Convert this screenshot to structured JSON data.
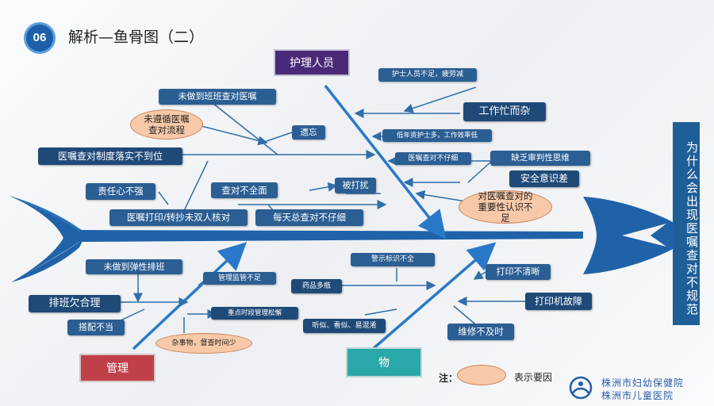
{
  "header": {
    "number": "06",
    "title": "解析—鱼骨图（二）"
  },
  "categories": {
    "nursing": "护理人员",
    "management": "管理",
    "material": "物"
  },
  "problem": [
    "为",
    "什",
    "么",
    "会",
    "出",
    "现",
    "医",
    "嘱",
    "查",
    "对",
    "不",
    "规",
    "范"
  ],
  "nursing_causes": {
    "c1": "护士人员不足，疲劳减",
    "c2": "工作忙而杂",
    "c3": "低年资护士多，工作效率低",
    "c4": "医嘱查对不仔细",
    "c5": "缺乏审判性思维",
    "c6": "安全意识差",
    "c7": "对医嘱查对的重要性认识不足"
  },
  "method_causes": {
    "c1": "未做到班班查对医嘱",
    "c2": "未遵循医嘱查对流程",
    "c3": "遗忘",
    "c4": "医嘱查对制度落实不到位",
    "c5": "被打扰",
    "c6": "责任心不强",
    "c7": "查对不全面",
    "c8": "医嘱打印/转抄未双人核对",
    "c9": "每天总查对不仔细"
  },
  "management_causes": {
    "c1": "未做到弹性排班",
    "c2": "管理监管不足",
    "c3": "排班欠合理",
    "c4": "重点时段管理松懈",
    "c5": "搭配不当",
    "c6": "杂事物，督查时间少"
  },
  "material_causes": {
    "c1": "警示标识不全",
    "c2": "药品多瓶",
    "c3": "打印不清晰",
    "c4": "打印机故障",
    "c5": "听似、看似、易混淆",
    "c6": "维修不及时"
  },
  "legend": {
    "label": "注：",
    "text": "表示要因"
  },
  "logo": {
    "line1": "株洲市妇幼保健院",
    "line2": "株洲市儿童医院"
  },
  "colors": {
    "fish": "#1f62a8",
    "dark_box": "#1f4a78",
    "oval": "#f7c9a8",
    "nursing_box": "#4a2a78",
    "management_box": "#c0404a",
    "material_box": "#2aa7a8",
    "arrow": "#2a79c8"
  }
}
